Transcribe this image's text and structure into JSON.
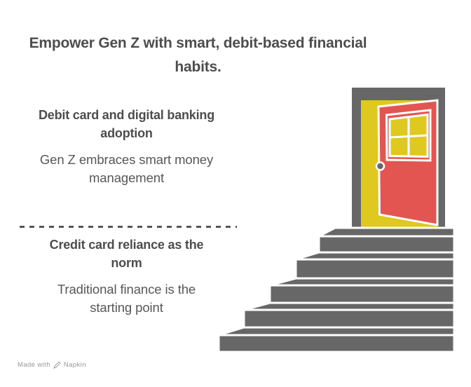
{
  "title": {
    "lines": [
      "Empower Gen Z with smart, debit-based financial",
      "habits."
    ]
  },
  "sections": [
    {
      "id": "debit-adoption",
      "heading_lines": [
        "Debit card and digital banking",
        "adoption"
      ],
      "body_lines": [
        "Gen Z embraces smart money",
        "management"
      ]
    },
    {
      "id": "credit-norm",
      "heading_lines": [
        "Credit card reliance as the",
        "norm"
      ],
      "body_lines": [
        "Traditional finance is the",
        "starting point"
      ]
    }
  ],
  "separator": {
    "style": "dashed"
  },
  "illustration": {
    "description": "staircase leading up to an open door",
    "steps_count": 5
  },
  "footer": {
    "made_with_label": "Made with",
    "brand": "Napkin"
  },
  "palette": {
    "heading": "#4d4d4d",
    "body": "#575757",
    "muted": "#969696",
    "gray": "#676767",
    "yellow": "#dfc81f",
    "red": "#e25550",
    "outline": "#ffffff",
    "bg": "#ffffff",
    "dash": "#565656"
  }
}
